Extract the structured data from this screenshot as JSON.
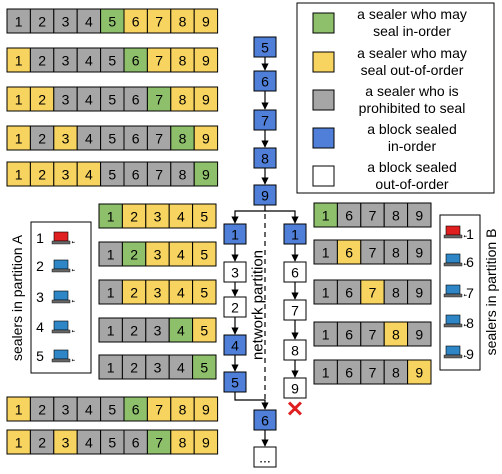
{
  "colors": {
    "green": "#8ec06c",
    "yellow": "#f7d460",
    "gray": "#a6a6a6",
    "blue": "#4f7fd8",
    "white": "#ffffff",
    "cross": "#e02020",
    "laptop_red": "#e02020",
    "laptop_blue": "#2f86c6"
  },
  "legend": [
    {
      "color": "green",
      "lines": [
        "a sealer who may",
        "seal in-order"
      ]
    },
    {
      "color": "yellow",
      "lines": [
        "a sealer who may",
        "seal out-of-order"
      ]
    },
    {
      "color": "gray",
      "lines": [
        "a sealer who is",
        "prohibited to seal"
      ]
    },
    {
      "color": "blue",
      "lines": [
        "a block sealed",
        "in-order"
      ]
    },
    {
      "color": "white",
      "lines": [
        "a block sealed",
        "out-of-order"
      ]
    }
  ],
  "top_rows": [
    {
      "cells": [
        "1",
        "2",
        "3",
        "4",
        "5",
        "6",
        "7",
        "8",
        "9"
      ],
      "colors": [
        "gray",
        "gray",
        "gray",
        "gray",
        "green",
        "yellow",
        "yellow",
        "yellow",
        "yellow"
      ]
    },
    {
      "cells": [
        "1",
        "2",
        "3",
        "4",
        "5",
        "6",
        "7",
        "8",
        "9"
      ],
      "colors": [
        "yellow",
        "gray",
        "gray",
        "gray",
        "gray",
        "green",
        "yellow",
        "yellow",
        "yellow"
      ]
    },
    {
      "cells": [
        "1",
        "2",
        "3",
        "4",
        "5",
        "6",
        "7",
        "8",
        "9"
      ],
      "colors": [
        "yellow",
        "yellow",
        "gray",
        "gray",
        "gray",
        "gray",
        "green",
        "yellow",
        "yellow"
      ]
    },
    {
      "cells": [
        "1",
        "2",
        "3",
        "4",
        "5",
        "6",
        "7",
        "8",
        "9"
      ],
      "colors": [
        "yellow",
        "gray",
        "yellow",
        "gray",
        "gray",
        "gray",
        "gray",
        "green",
        "yellow"
      ]
    },
    {
      "cells": [
        "1",
        "2",
        "3",
        "4",
        "5",
        "6",
        "7",
        "8",
        "9"
      ],
      "colors": [
        "yellow",
        "yellow",
        "yellow",
        "yellow",
        "gray",
        "gray",
        "gray",
        "gray",
        "green"
      ]
    }
  ],
  "bottom_rows": [
    {
      "cells": [
        "1",
        "2",
        "3",
        "4",
        "5",
        "6",
        "7",
        "8",
        "9"
      ],
      "colors": [
        "yellow",
        "gray",
        "gray",
        "gray",
        "gray",
        "green",
        "yellow",
        "yellow",
        "yellow"
      ]
    },
    {
      "cells": [
        "1",
        "2",
        "3",
        "4",
        "5",
        "6",
        "7",
        "8",
        "9"
      ],
      "colors": [
        "yellow",
        "gray",
        "yellow",
        "gray",
        "gray",
        "gray",
        "green",
        "yellow",
        "yellow"
      ]
    }
  ],
  "partition_a": {
    "label": "sealers in partition A",
    "sealers": [
      "1",
      "2",
      "3",
      "4",
      "5"
    ],
    "laptop_colors": [
      "laptop_red",
      "laptop_blue",
      "laptop_blue",
      "laptop_blue",
      "laptop_blue"
    ],
    "rows": [
      {
        "cells": [
          "1",
          "2",
          "3",
          "4",
          "5"
        ],
        "colors": [
          "green",
          "yellow",
          "yellow",
          "yellow",
          "yellow"
        ]
      },
      {
        "cells": [
          "1",
          "2",
          "3",
          "4",
          "5"
        ],
        "colors": [
          "gray",
          "green",
          "yellow",
          "yellow",
          "yellow"
        ]
      },
      {
        "cells": [
          "1",
          "2",
          "3",
          "4",
          "5"
        ],
        "colors": [
          "gray",
          "yellow",
          "yellow",
          "yellow",
          "yellow"
        ]
      },
      {
        "cells": [
          "1",
          "2",
          "3",
          "4",
          "5"
        ],
        "colors": [
          "gray",
          "gray",
          "gray",
          "green",
          "yellow"
        ]
      },
      {
        "cells": [
          "1",
          "2",
          "3",
          "4",
          "5"
        ],
        "colors": [
          "gray",
          "gray",
          "gray",
          "gray",
          "green"
        ]
      }
    ]
  },
  "partition_b": {
    "label": "sealers in partition B",
    "sealers": [
      "1",
      "6",
      "7",
      "8",
      "9"
    ],
    "laptop_colors": [
      "laptop_red",
      "laptop_blue",
      "laptop_blue",
      "laptop_blue",
      "laptop_blue"
    ],
    "rows": [
      {
        "cells": [
          "1",
          "6",
          "7",
          "8",
          "9"
        ],
        "colors": [
          "green",
          "gray",
          "gray",
          "gray",
          "gray"
        ]
      },
      {
        "cells": [
          "1",
          "6",
          "7",
          "8",
          "9"
        ],
        "colors": [
          "gray",
          "yellow",
          "gray",
          "gray",
          "gray"
        ]
      },
      {
        "cells": [
          "1",
          "6",
          "7",
          "8",
          "9"
        ],
        "colors": [
          "gray",
          "gray",
          "yellow",
          "gray",
          "gray"
        ]
      },
      {
        "cells": [
          "1",
          "6",
          "7",
          "8",
          "9"
        ],
        "colors": [
          "gray",
          "gray",
          "gray",
          "yellow",
          "gray"
        ]
      },
      {
        "cells": [
          "1",
          "6",
          "7",
          "8",
          "9"
        ],
        "colors": [
          "gray",
          "gray",
          "gray",
          "gray",
          "yellow"
        ]
      }
    ]
  },
  "main_chain": [
    {
      "label": "5",
      "color": "blue"
    },
    {
      "label": "6",
      "color": "blue"
    },
    {
      "label": "7",
      "color": "blue"
    },
    {
      "label": "8",
      "color": "blue"
    },
    {
      "label": "9",
      "color": "blue"
    }
  ],
  "fork_a_chain": [
    {
      "label": "1",
      "color": "blue"
    },
    {
      "label": "3",
      "color": "white"
    },
    {
      "label": "2",
      "color": "white"
    },
    {
      "label": "4",
      "color": "blue"
    },
    {
      "label": "5",
      "color": "blue"
    }
  ],
  "fork_b_chain": [
    {
      "label": "1",
      "color": "blue"
    },
    {
      "label": "6",
      "color": "white"
    },
    {
      "label": "7",
      "color": "white"
    },
    {
      "label": "8",
      "color": "white"
    },
    {
      "label": "9",
      "color": "white"
    }
  ],
  "merge_chain": [
    {
      "label": "6",
      "color": "blue"
    },
    {
      "label": "...",
      "color": "white"
    }
  ],
  "partition_label": "network partition",
  "rejected_mark": "✕"
}
